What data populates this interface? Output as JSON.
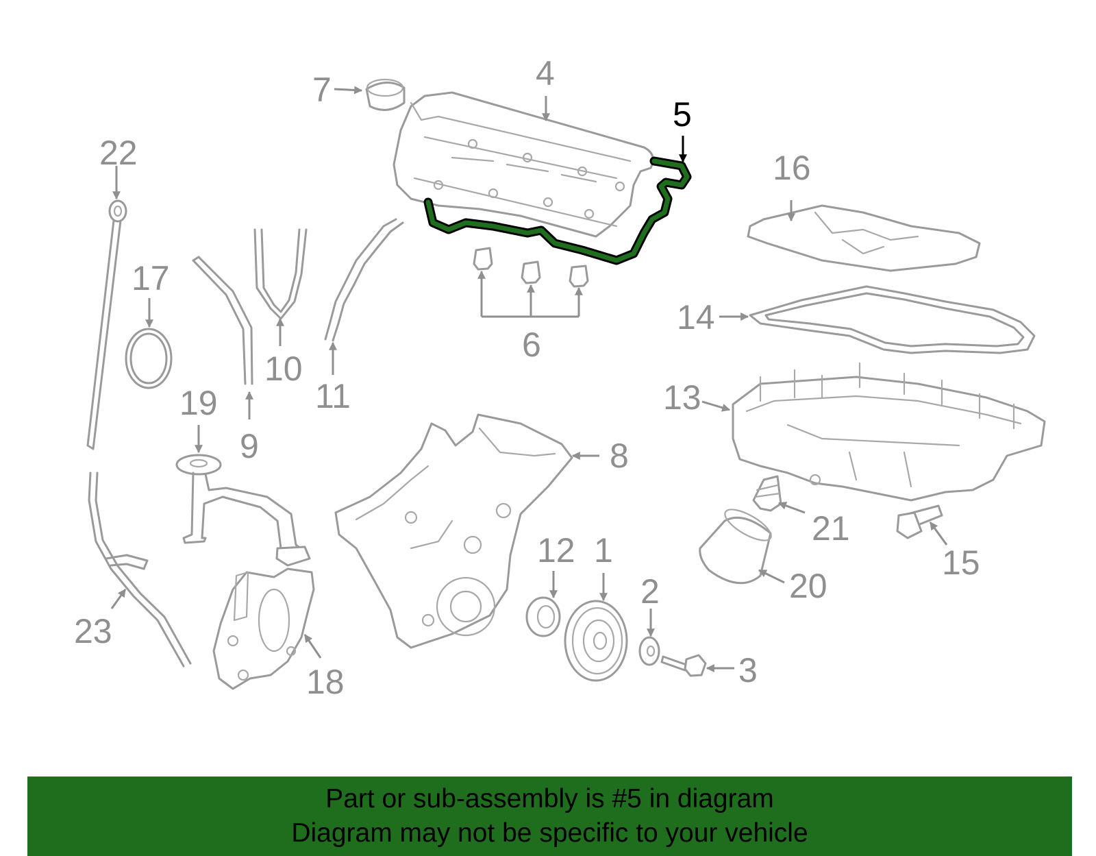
{
  "highlighted_part": "5",
  "highlight_color": "#1e6e1e",
  "callouts": {
    "c1": "1",
    "c2": "2",
    "c3": "3",
    "c4": "4",
    "c5": "5",
    "c6": "6",
    "c7": "7",
    "c8": "8",
    "c9": "9",
    "c10": "10",
    "c11": "11",
    "c12": "12",
    "c13": "13",
    "c14": "14",
    "c15": "15",
    "c16": "16",
    "c17": "17",
    "c18": "18",
    "c19": "19",
    "c20": "20",
    "c21": "21",
    "c22": "22",
    "c23": "23"
  },
  "banner": {
    "line1": "Part or sub-assembly is #5 in diagram",
    "line2": "Diagram may not be specific to your vehicle"
  }
}
